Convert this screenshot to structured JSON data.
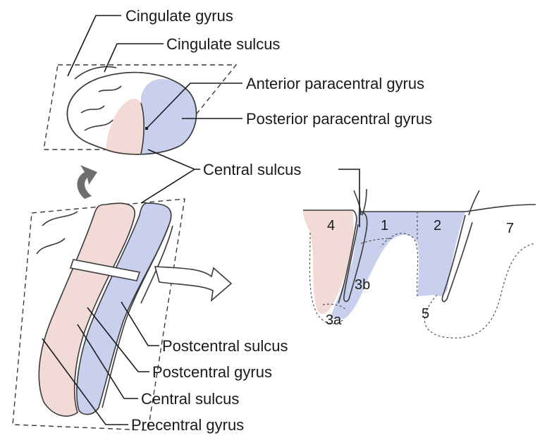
{
  "colors": {
    "precentral": "#f2dbd7",
    "postcentral": "#c9d0ee",
    "outline": "#3a3a3a",
    "arrow": "#6e6e6e"
  },
  "labels": {
    "cingulate_gyrus": "Cingulate gyrus",
    "cingulate_sulcus": "Cingulate sulcus",
    "anterior_paracentral_gyrus": "Anterior paracentral gyrus",
    "posterior_paracentral_gyrus": "Posterior paracentral gyrus",
    "central_sulcus_top": "Central sulcus",
    "postcentral_sulcus": "Postcentral sulcus",
    "postcentral_gyrus": "Postcentral gyrus",
    "central_sulcus_bottom": "Central sulcus",
    "precentral_gyrus": "Precentral gyrus"
  },
  "areas": {
    "area_4": "4",
    "area_1": "1",
    "area_2": "2",
    "area_7": "7",
    "area_3b": "3b",
    "area_3a": "3a",
    "area_5": "5"
  }
}
